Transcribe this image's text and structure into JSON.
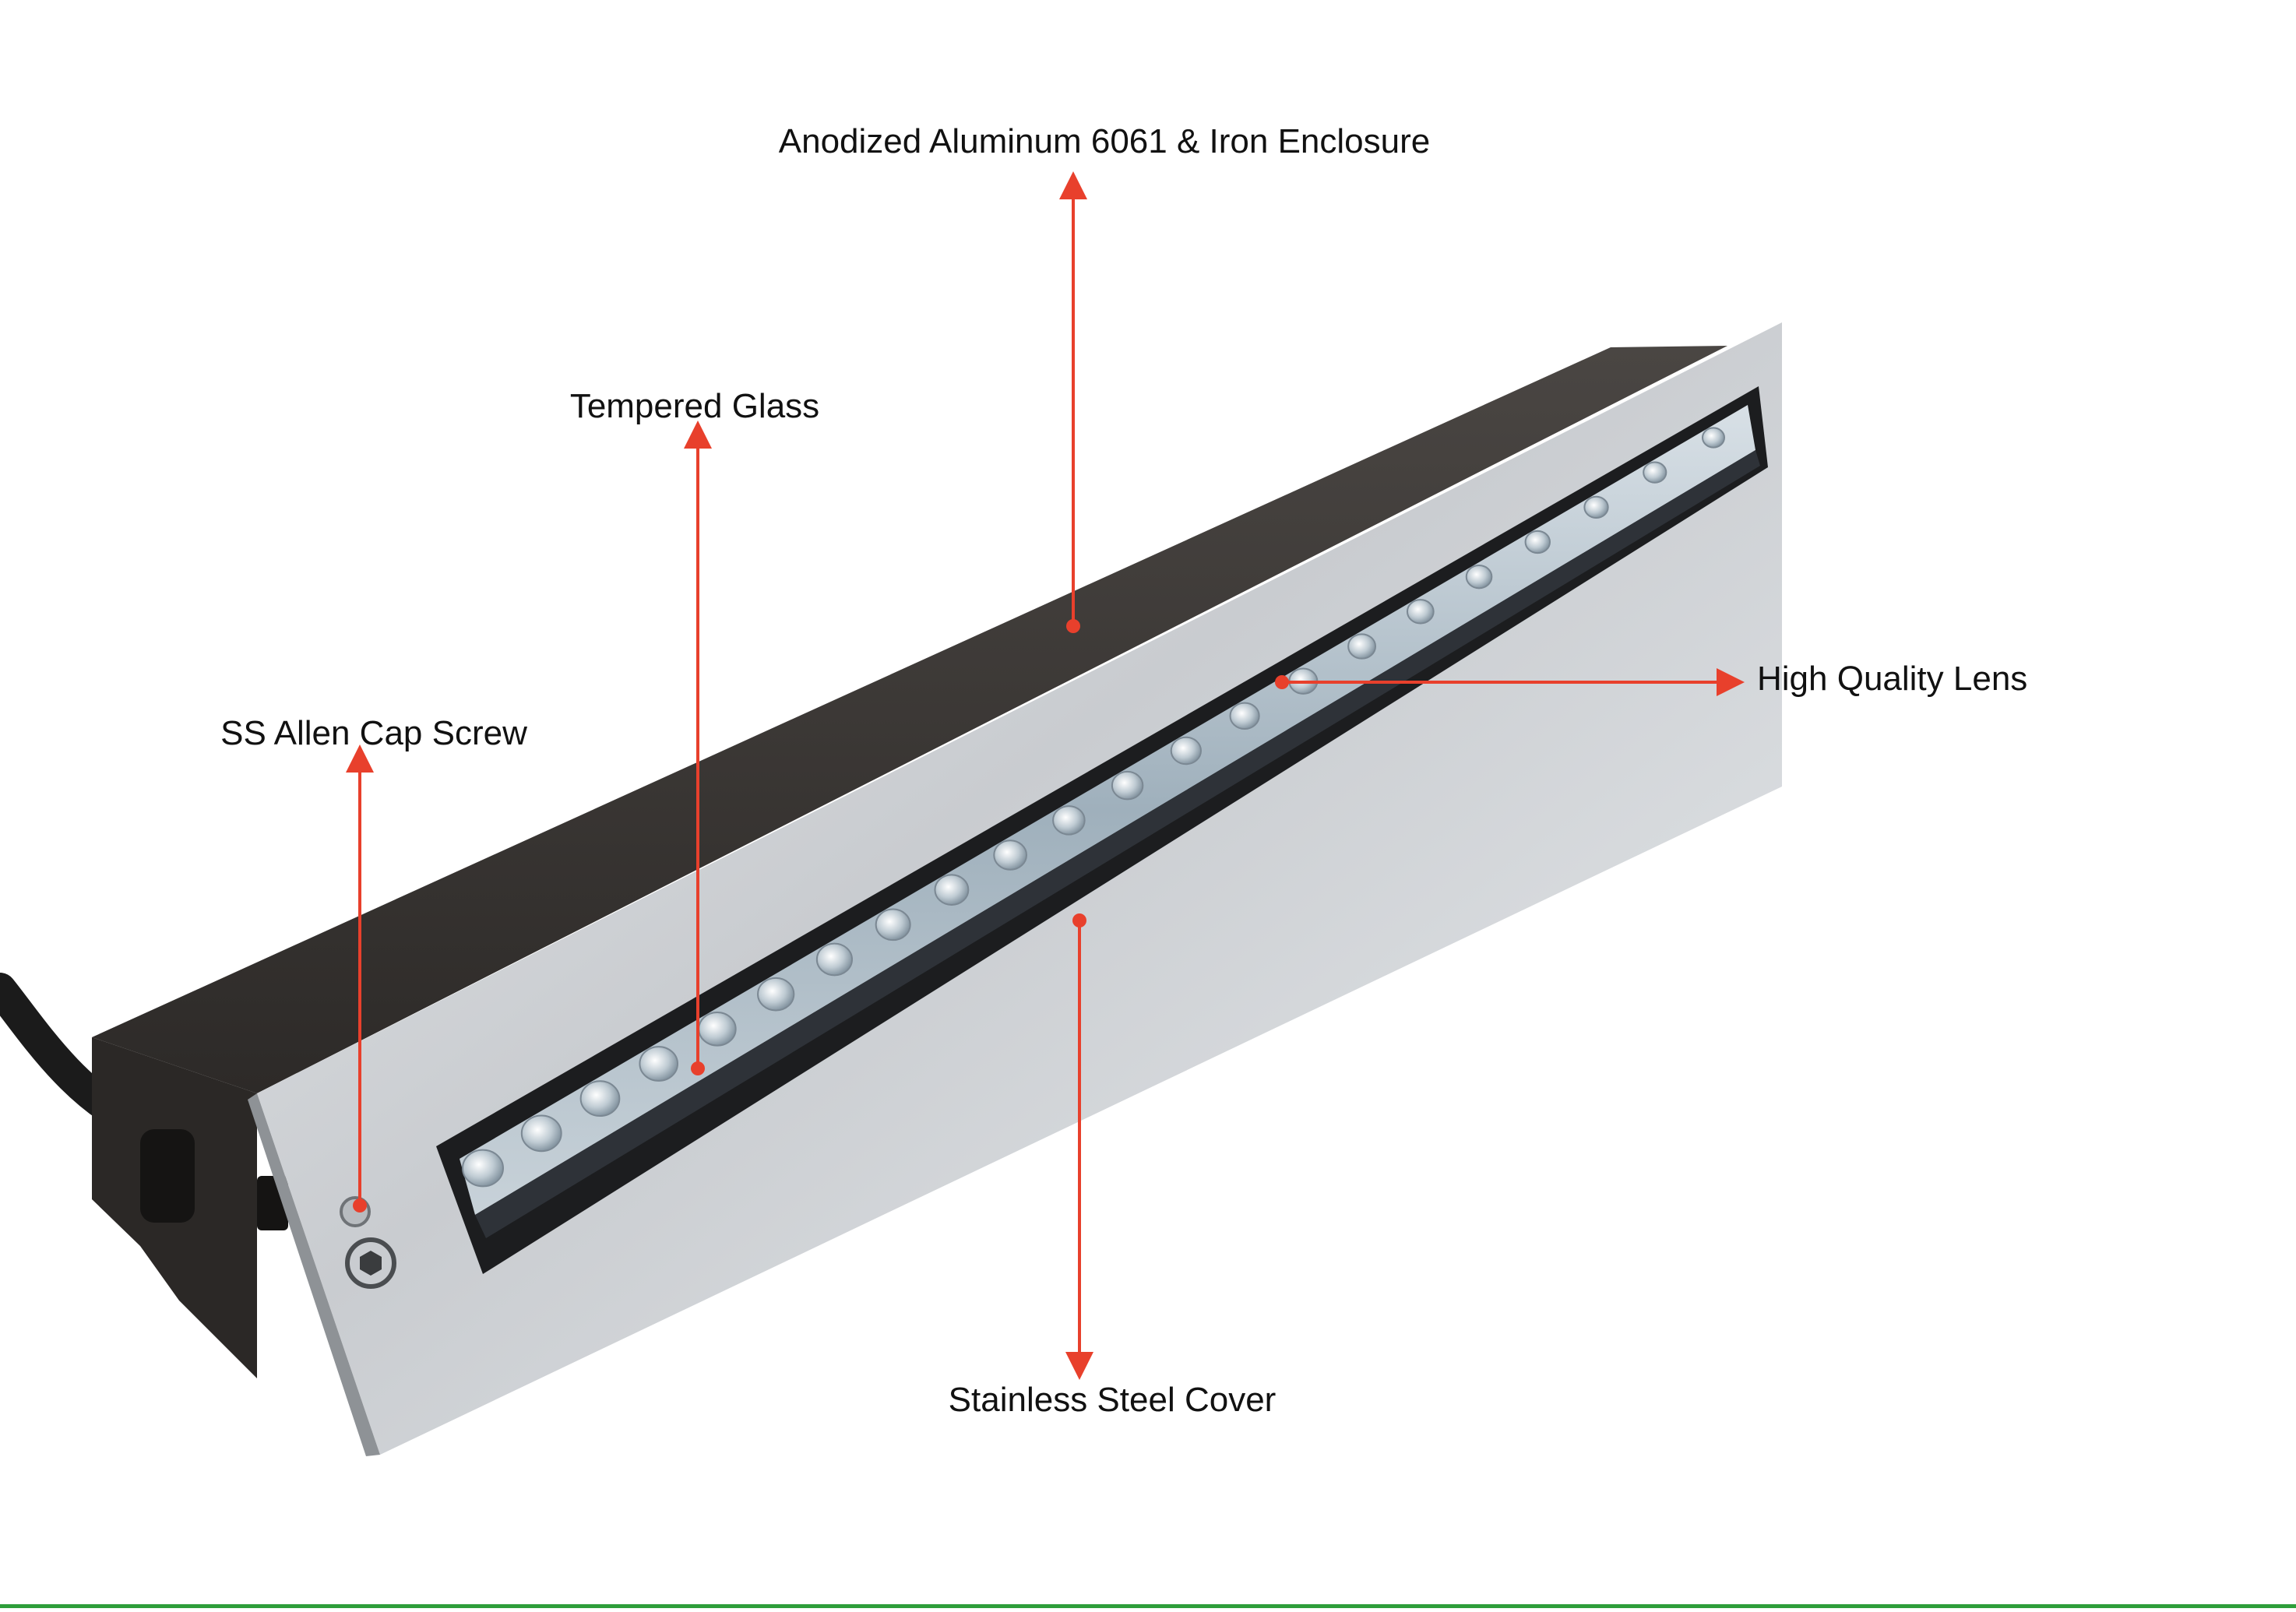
{
  "callouts": {
    "enclosure": "Anodized Aluminum 6061 & Iron Enclosure",
    "glass": "Tempered Glass",
    "screw": "SS Allen Cap Screw",
    "lens": "High Quality Lens",
    "cover": "Stainless Steel Cover"
  },
  "colors": {
    "arrow": "#e8402c",
    "label": "#111111",
    "steel_light": "#d9dcde",
    "steel_dark": "#a9adb1",
    "housing": "#3a3734",
    "bottom_rule": "#2e9e3a"
  }
}
